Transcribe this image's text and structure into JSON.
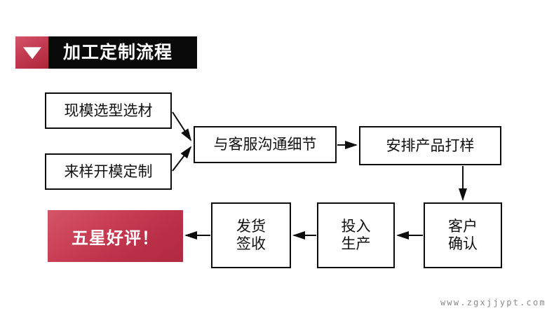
{
  "header": {
    "title": "加工定制流程",
    "triangle_icon": "triangle-down-icon",
    "accent_color": "#c33b52",
    "bar_color": "#0a0a0a"
  },
  "flowchart": {
    "type": "process-flow-diagram",
    "nodes": [
      {
        "id": "xianmo",
        "label": "现模选型选材",
        "shape": "rect",
        "style": "outline"
      },
      {
        "id": "laiyang",
        "label": "来样开模定制",
        "shape": "rect",
        "style": "outline"
      },
      {
        "id": "goutong",
        "label": "与客服沟通细节",
        "shape": "rect",
        "style": "outline"
      },
      {
        "id": "daying",
        "label": "安排产品打样",
        "shape": "rect",
        "style": "outline"
      },
      {
        "id": "kehu",
        "label": "客户\n确认",
        "shape": "rect",
        "style": "outline"
      },
      {
        "id": "shengchan",
        "label": "投入\n生产",
        "shape": "rect",
        "style": "outline"
      },
      {
        "id": "fahuo",
        "label": "发货\n签收",
        "shape": "rect",
        "style": "outline"
      },
      {
        "id": "wuxing",
        "label": "五星好评！",
        "shape": "rect",
        "style": "filled-red"
      }
    ],
    "edges": [
      {
        "from": "xianmo",
        "to": "goutong",
        "style": "arrow-diagonal"
      },
      {
        "from": "laiyang",
        "to": "goutong",
        "style": "arrow-diagonal"
      },
      {
        "from": "goutong",
        "to": "daying",
        "style": "arrow-right"
      },
      {
        "from": "daying",
        "to": "kehu",
        "style": "arrow-down"
      },
      {
        "from": "kehu",
        "to": "shengchan",
        "style": "arrow-left"
      },
      {
        "from": "shengchan",
        "to": "fahuo",
        "style": "arrow-left"
      },
      {
        "from": "fahuo",
        "to": "wuxing",
        "style": "arrow-left"
      }
    ],
    "line_color": "#0d0d0d",
    "highlight_color": "#c33b52"
  },
  "watermark": {
    "text": "www.zgxjjypt.com",
    "color": "#8a8a8a"
  }
}
